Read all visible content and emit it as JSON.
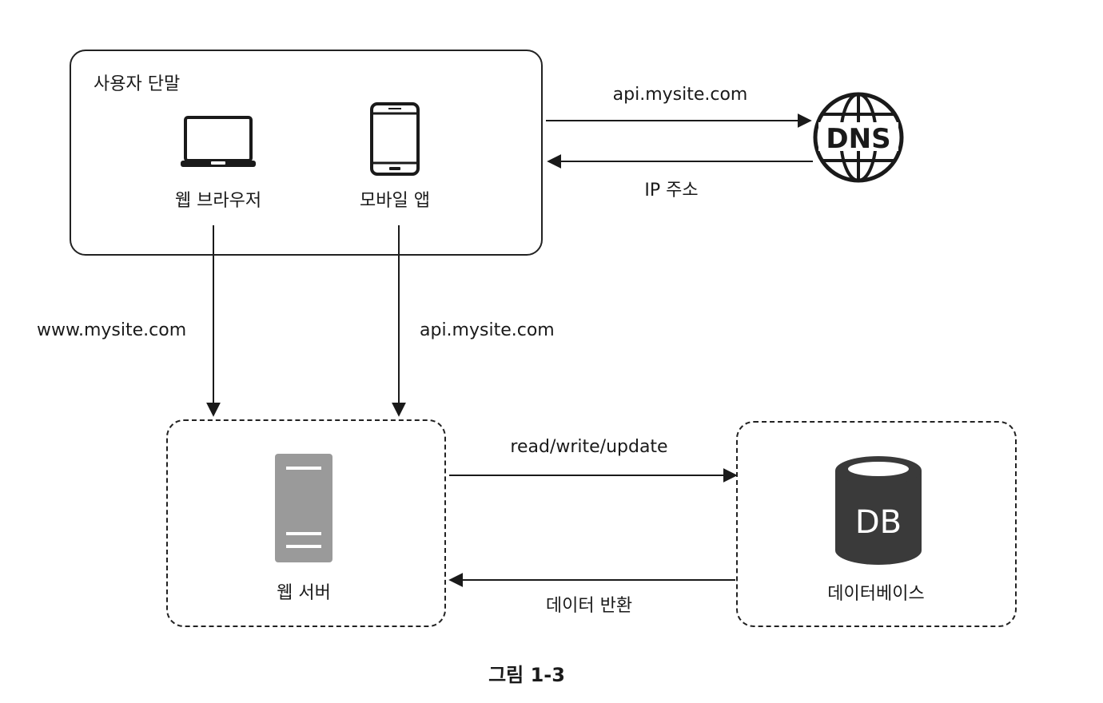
{
  "client_group": {
    "title": "사용자 단말"
  },
  "web_browser": {
    "label": "웹 브라우저",
    "icon": "laptop-icon"
  },
  "mobile_app": {
    "label": "모바일 앱",
    "icon": "smartphone-icon"
  },
  "dns": {
    "label": "DNS",
    "icon": "globe-icon"
  },
  "edges": {
    "to_dns": "api.mysite.com",
    "from_dns": "IP 주소",
    "browser_to_server": "www.mysite.com",
    "app_to_server": "api.mysite.com",
    "server_to_db": "read/write/update",
    "db_to_server": "데이터 반환"
  },
  "web_server": {
    "label": "웹 서버",
    "icon": "server-icon"
  },
  "database": {
    "label": "데이터베이스",
    "icon_text": "DB",
    "icon": "database-icon"
  },
  "caption": "그림 1-3",
  "colors": {
    "server_gray": "#9a9a9a",
    "db_dark": "#3a3a3a",
    "line": "#1a1a1a"
  }
}
